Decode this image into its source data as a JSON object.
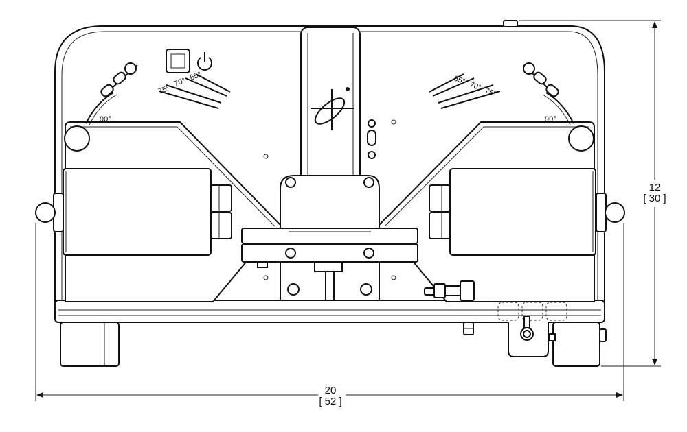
{
  "dimensions": {
    "width_in": "20",
    "width_cm": "[ 52 ]",
    "height_in": "12",
    "height_cm": "[ 30 ]"
  },
  "angle_labels": {
    "left": [
      "75°",
      "70°",
      "65°"
    ],
    "right": [
      "65°",
      "70°",
      "75°"
    ],
    "left_bottom": "90°",
    "right_bottom": "90°"
  },
  "icons": [
    "stop-button-icon",
    "power-icon",
    "crosshair-target-icon"
  ]
}
